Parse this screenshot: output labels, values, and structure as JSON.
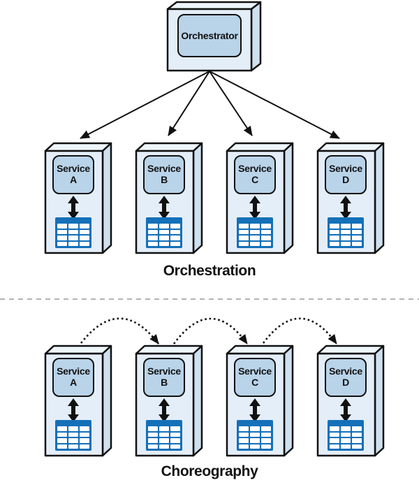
{
  "orchestration": {
    "section_label": "Orchestration",
    "orchestrator_label": "Orchestrator",
    "services": [
      {
        "line1": "Service",
        "line2": "A"
      },
      {
        "line1": "Service",
        "line2": "B"
      },
      {
        "line1": "Service",
        "line2": "C"
      },
      {
        "line1": "Service",
        "line2": "D"
      }
    ]
  },
  "choreography": {
    "section_label": "Choreography",
    "services": [
      {
        "line1": "Service",
        "line2": "A"
      },
      {
        "line1": "Service",
        "line2": "B"
      },
      {
        "line1": "Service",
        "line2": "C"
      },
      {
        "line1": "Service",
        "line2": "D"
      }
    ]
  },
  "icons": {
    "database": "table-grid-icon",
    "service_db_link": "double-headed-arrow-icon",
    "orchestrator": "monitor-box-icon"
  },
  "colors": {
    "box_front": "#e4eef8",
    "box_top": "#eff6fb",
    "box_side": "#cfe0ef",
    "label_fill": "#b9d3e9",
    "table_blue": "#1470b8",
    "outline": "#111111",
    "divider": "#b3b3b3",
    "background": "#ffffff"
  }
}
